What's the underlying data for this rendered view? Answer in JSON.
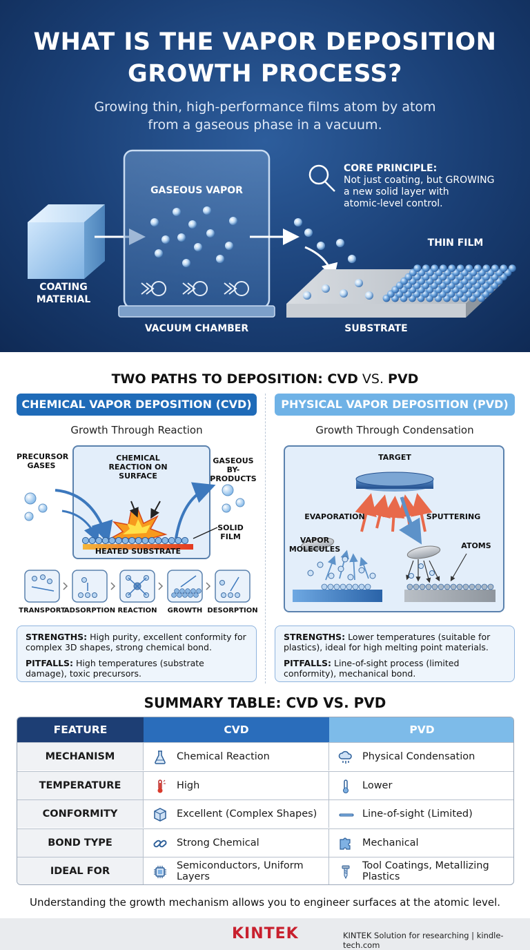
{
  "title_line1": "WHAT IS THE VAPOR DEPOSITION",
  "title_line2": "GROWTH PROCESS?",
  "subtitle_line1": "Growing thin, high-performance films atom by atom",
  "subtitle_line2": "from a gaseous phase in a vacuum.",
  "hero": {
    "gaseous_vapor": "GASEOUS VAPOR",
    "coating_material_1": "COATING",
    "coating_material_2": "MATERIAL",
    "vacuum_chamber": "VACUUM CHAMBER",
    "substrate": "SUBSTRATE",
    "thin_film": "THIN FILM",
    "core_title": "CORE PRINCIPLE:",
    "core_line1": "Not just coating, but GROWING",
    "core_line2": "a new solid layer with",
    "core_line3": "atomic-level control."
  },
  "paths": {
    "heading_bold": "TWO PATHS TO DEPOSITION: CVD",
    "heading_vs": " VS. ",
    "heading_end": "PVD",
    "cvd": {
      "title": "CHEMICAL VAPOR DEPOSITION (CVD)",
      "subtitle": "Growth Through Reaction",
      "precursor_1": "PRECURSOR",
      "precursor_2": "GASES",
      "reaction_1": "CHEMICAL",
      "reaction_2": "REACTION ON",
      "reaction_3": "SURFACE",
      "byproducts_1": "GASEOUS",
      "byproducts_2": "BY-PRODUCTS",
      "solid_1": "SOLID",
      "solid_2": "FILM",
      "heated": "HEATED SUBSTRATE",
      "steps": [
        "TRANSPORT",
        "ADSORPTION",
        "REACTION",
        "GROWTH",
        "DESORPTION"
      ],
      "strengths_label": "STRENGTHS:",
      "strengths_text": " High purity, excellent conformity for complex 3D shapes, strong chemical bond.",
      "pitfalls_label": "PITFALLS:",
      "pitfalls_text": " High temperatures (substrate damage), toxic precursors."
    },
    "pvd": {
      "title": "PHYSICAL VAPOR DEPOSITION (PVD)",
      "subtitle": "Growth Through Condensation",
      "target": "TARGET",
      "evaporation": "EVAPORATION",
      "sputtering": "SPUTTERING",
      "vapor_1": "VAPOR",
      "vapor_2": "MOLECULES",
      "atoms": "ATOMS",
      "strengths_label": "STRENGTHS:",
      "strengths_text": " Lower temperatures (suitable for plastics), ideal for high melting point materials.",
      "pitfalls_label": "PITFALLS:",
      "pitfalls_text": " Line-of-sight process (limited conformity), mechanical bond."
    }
  },
  "summary": {
    "heading_bold": "SUMMARY TABLE:",
    "heading_rest": " CVD VS. PVD",
    "headers": [
      "FEATURE",
      "CVD",
      "PVD"
    ],
    "rows": [
      {
        "feature": "MECHANISM",
        "cvd": "Chemical Reaction",
        "pvd": "Physical Condensation",
        "cvd_icon": "flask-icon",
        "pvd_icon": "cloud-rain-icon"
      },
      {
        "feature": "TEMPERATURE",
        "cvd": "High",
        "pvd": "Lower",
        "cvd_icon": "thermometer-high-icon",
        "pvd_icon": "thermometer-low-icon"
      },
      {
        "feature": "CONFORMITY",
        "cvd": "Excellent (Complex Shapes)",
        "pvd": "Line-of-sight (Limited)",
        "cvd_icon": "cube-icon",
        "pvd_icon": "line-icon"
      },
      {
        "feature": "BOND TYPE",
        "cvd": "Strong Chemical",
        "pvd": "Mechanical",
        "cvd_icon": "chain-link-icon",
        "pvd_icon": "puzzle-icon"
      },
      {
        "feature": "IDEAL FOR",
        "cvd": "Semiconductors, Uniform Layers",
        "pvd": "Tool Coatings, Metallizing Plastics",
        "cvd_icon": "chip-icon",
        "pvd_icon": "screw-icon"
      }
    ]
  },
  "footer_text": "Understanding the growth mechanism allows you to engineer surfaces at the atomic level.",
  "brand": "KINTEK",
  "credit": "KINTEK Solution for researching  |  kindle-tech.com",
  "colors": {
    "hero": "#1a3f75",
    "cvd": "#1f6bb8",
    "pvd": "#6fb2e6",
    "table_header": "#1d3e74",
    "brand": "#c8202e"
  }
}
